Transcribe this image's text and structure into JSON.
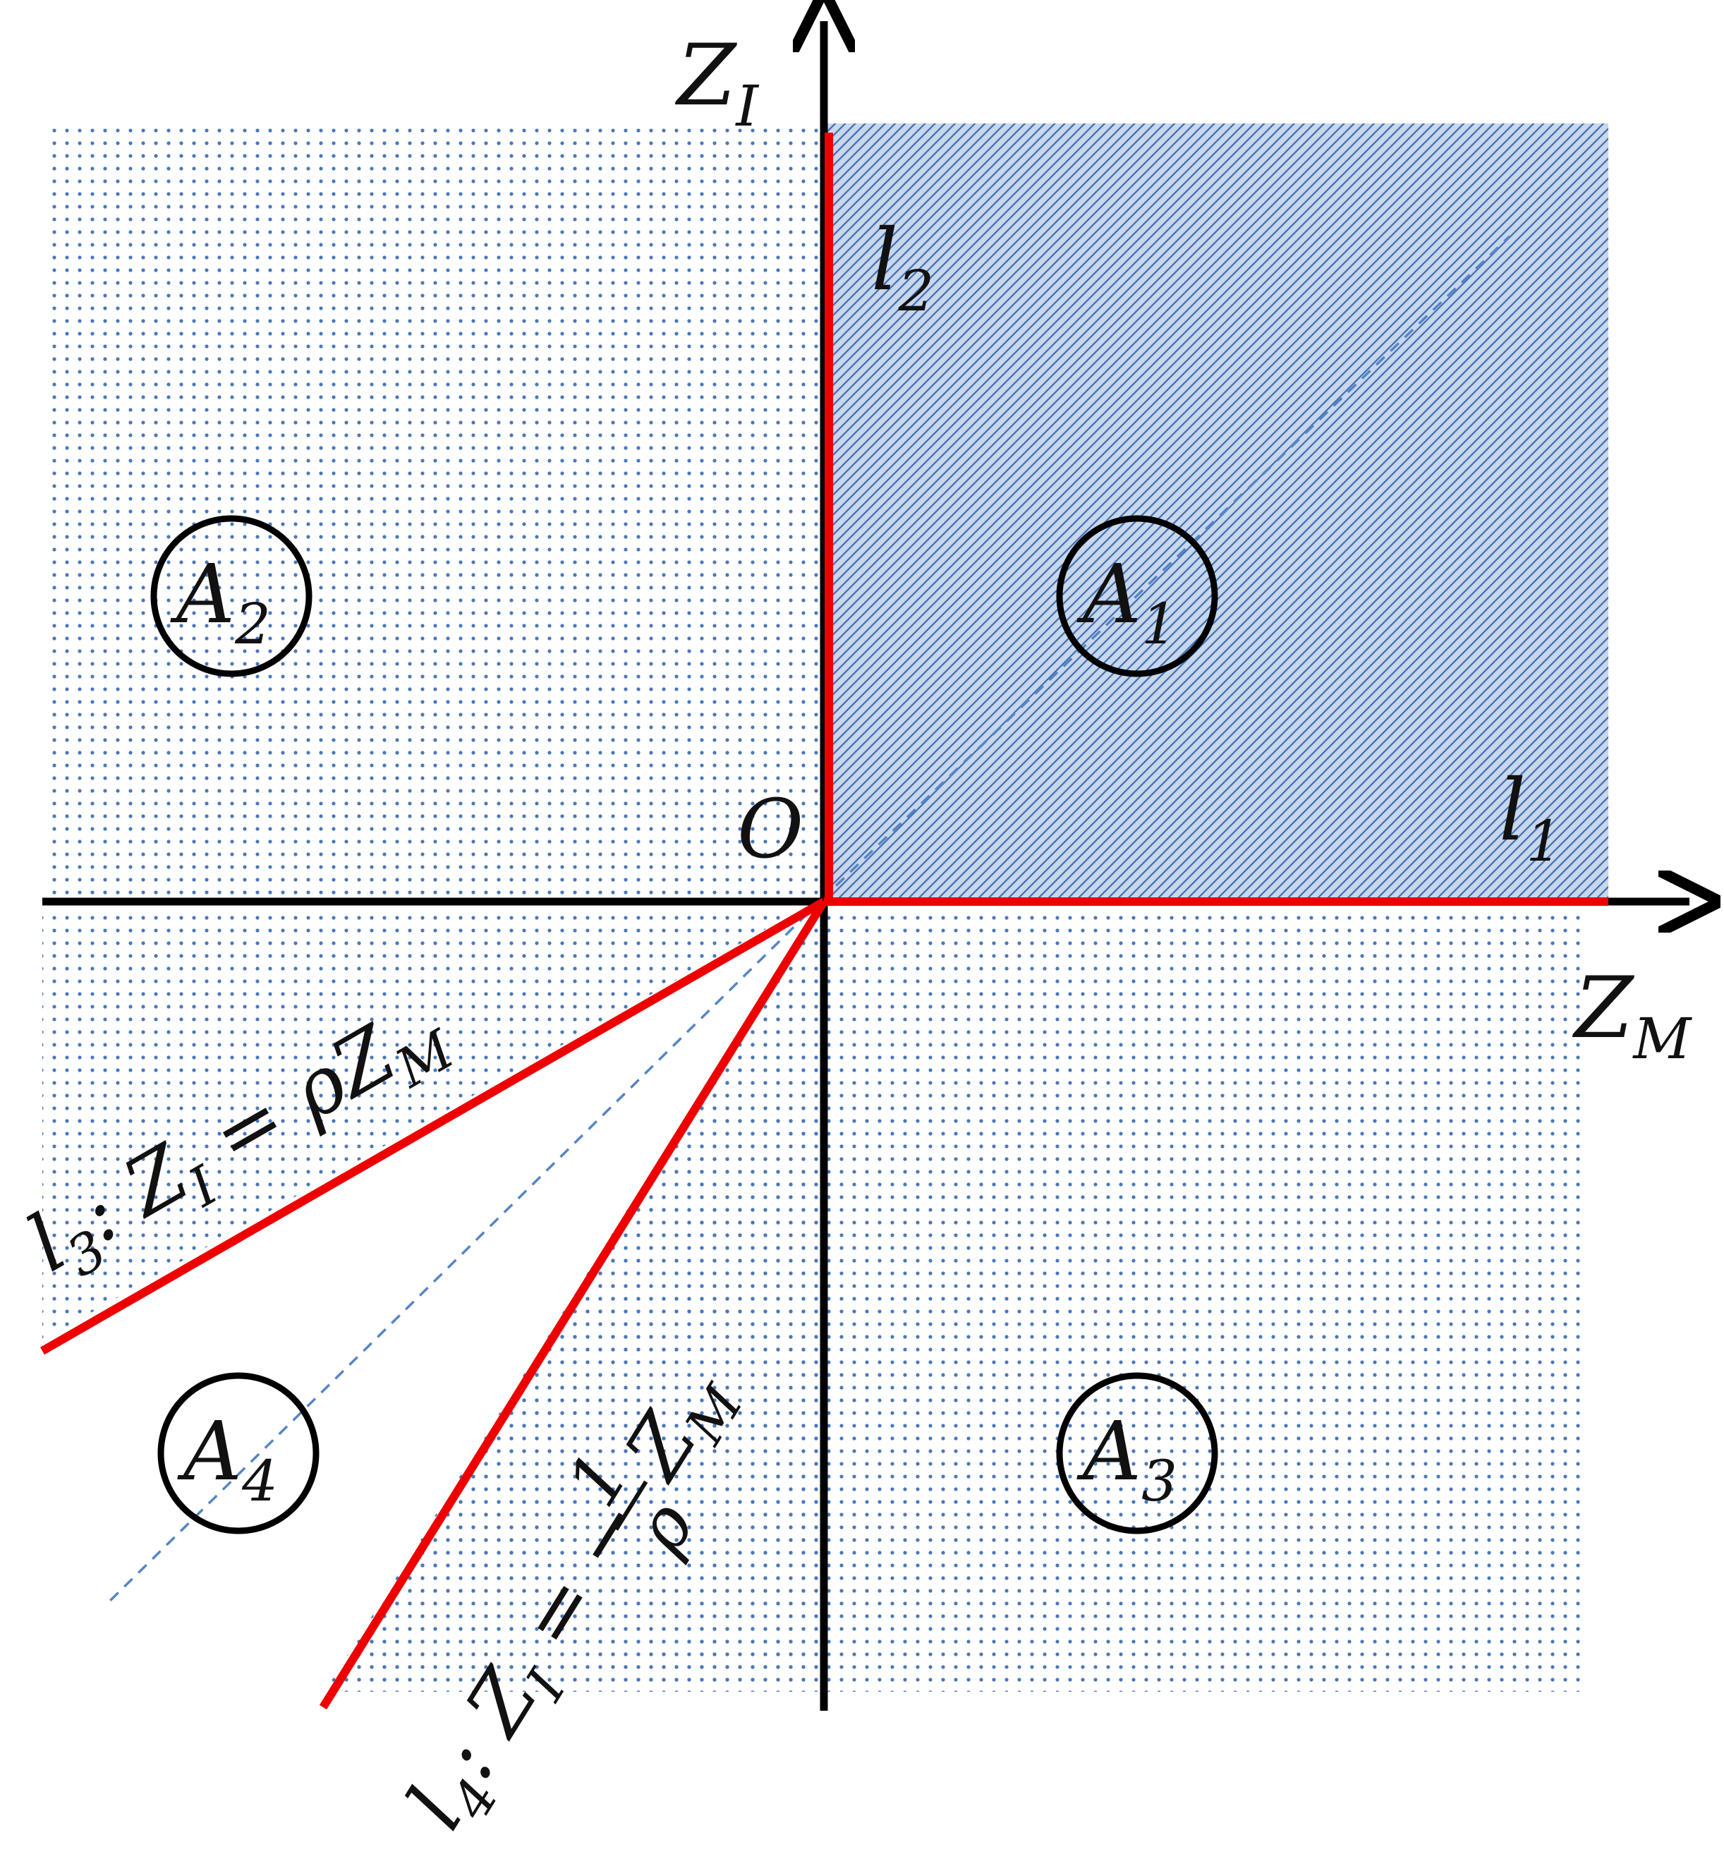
{
  "axes": {
    "x_label": "Z",
    "x_sub": "M",
    "y_label": "Z",
    "y_sub": "I",
    "origin_label": "O"
  },
  "lines": {
    "l1": {
      "letter": "l",
      "sub": "1"
    },
    "l2": {
      "letter": "l",
      "sub": "2"
    },
    "l3": {
      "letter": "l",
      "sub": "3",
      "rest_a": ": Z",
      "rest_sub": "I",
      "rest_b": " = ρZ",
      "rest_sub2": "M"
    },
    "l4": {
      "letter": "l",
      "sub": "4",
      "rest_a": ": Z",
      "rest_sub": "I",
      "rest_b": " = −",
      "frac_num": "1",
      "frac_den": "ρ",
      "rest_c": "Z",
      "rest_sub2": "M"
    }
  },
  "regions": [
    {
      "letter": "A",
      "sub": "1"
    },
    {
      "letter": "A",
      "sub": "2"
    },
    {
      "letter": "A",
      "sub": "3"
    },
    {
      "letter": "A",
      "sub": "4"
    }
  ],
  "colors": {
    "axis": "#000000",
    "boundary": "#ee0000",
    "fill": "#4a78b8",
    "dashed": "#5585c5"
  }
}
